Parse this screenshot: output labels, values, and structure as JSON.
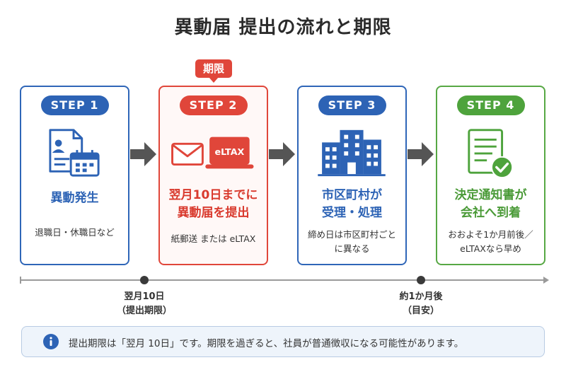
{
  "title": "異動届 提出の流れと期限",
  "deadline_badge": "期限",
  "colors": {
    "blue": "#2d63b5",
    "red": "#e0463a",
    "green": "#4ea33c",
    "arrow": "#555555"
  },
  "steps": [
    {
      "label": "STEP 1",
      "heading_lines": [
        "異動発生"
      ],
      "sub_lines": [
        "退職日・休職日など"
      ],
      "icon": "document-person-calendar-icon"
    },
    {
      "label": "STEP 2",
      "heading_lines": [
        "翌月10日までに",
        "異動届を提出"
      ],
      "sub_lines": [
        "紙郵送 または eLTAX"
      ],
      "icon": "envelope-laptop-icon",
      "laptop_text": "eLTAX"
    },
    {
      "label": "STEP 3",
      "heading_lines": [
        "市区町村が",
        "受理・処理"
      ],
      "sub_lines": [
        "締め日は市区町村ごと",
        "に異なる"
      ],
      "icon": "office-building-icon"
    },
    {
      "label": "STEP 4",
      "heading_lines": [
        "決定通知書が",
        "会社へ到着"
      ],
      "sub_lines": [
        "おおよそ1か月前後／",
        "eLTAXなら早め"
      ],
      "icon": "document-check-icon"
    }
  ],
  "timeline": [
    {
      "line1": "翌月10日",
      "line2": "（提出期限）"
    },
    {
      "line1": "約1か月後",
      "line2": "（目安）"
    }
  ],
  "note": {
    "icon": "info-icon",
    "text": "提出期限は「翌月 10日」です。期限を過ぎると、社員が普通徴収になる可能性があります。"
  }
}
